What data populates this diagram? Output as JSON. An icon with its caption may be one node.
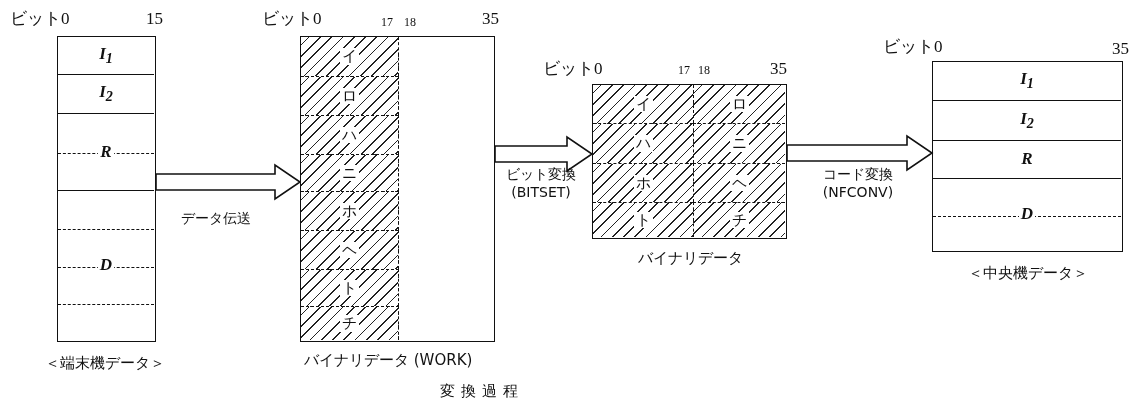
{
  "diagram": {
    "caption": "変換過程",
    "nodes": [
      {
        "text": [],
        "shape": "box",
        "beside": [
          "＜端末機データ＞"
        ]
      },
      {
        "text": [
          "I$_{1}$"
        ],
        "in": 0
      },
      {
        "text": [
          "I$_{2}$"
        ],
        "in": 0
      },
      {
        "text": [
          "R"
        ],
        "in": 0
      },
      {
        "text": [
          "D"
        ],
        "in": 0
      },
      {
        "text": [],
        "shape": "box",
        "beside": [
          "バイナリデータ (WORK)"
        ]
      },
      {
        "text": [
          "イ"
        ],
        "in": 5
      },
      {
        "text": [
          "ロ"
        ],
        "in": 5
      },
      {
        "text": [
          "ハ"
        ],
        "in": 5
      },
      {
        "text": [
          "ニ"
        ],
        "in": 5
      },
      {
        "text": [
          "ホ"
        ],
        "in": 5
      },
      {
        "text": [
          "ヘ"
        ],
        "in": 5
      },
      {
        "text": [
          "ト"
        ],
        "in": 5
      },
      {
        "text": [
          "チ"
        ],
        "in": 5
      },
      {
        "text": [],
        "shape": "box",
        "beside": [
          "バイナリデータ"
        ]
      },
      {
        "text": [
          "イ"
        ],
        "in": 14
      },
      {
        "text": [
          "ロ"
        ],
        "in": 14
      },
      {
        "text": [
          "ハ"
        ],
        "in": 14
      },
      {
        "text": [
          "ニ"
        ],
        "in": 14
      },
      {
        "text": [
          "ホ"
        ],
        "in": 14
      },
      {
        "text": [
          "ヘ"
        ],
        "in": 14
      },
      {
        "text": [
          "ト"
        ],
        "in": 14
      },
      {
        "text": [
          "チ"
        ],
        "in": 14
      },
      {
        "text": [],
        "shape": "box",
        "beside": [
          "＜中央機データ＞"
        ]
      },
      {
        "text": [
          "I$_{1}$"
        ],
        "in": 23
      },
      {
        "text": [
          "I$_{2}$"
        ],
        "in": 23
      },
      {
        "text": [
          "R"
        ],
        "in": 23
      },
      {
        "text": [
          "D"
        ],
        "in": 23
      }
    ],
    "edges": [
      {
        "from": 0,
        "to": 5,
        "arrow": "to",
        "label": "データ伝送"
      },
      {
        "from": 5,
        "to": 14,
        "arrow": "to",
        "label": "ビット変換 (BITSET)"
      },
      {
        "from": 14,
        "to": 23,
        "arrow": "to",
        "label": "コード変換 (NFCONV)"
      }
    ],
    "labels": [
      "ビット0",
      "15",
      "ビット0",
      "17",
      "18",
      "35",
      "ビット0",
      "17",
      "18",
      "35",
      "ビット0",
      "35"
    ]
  }
}
